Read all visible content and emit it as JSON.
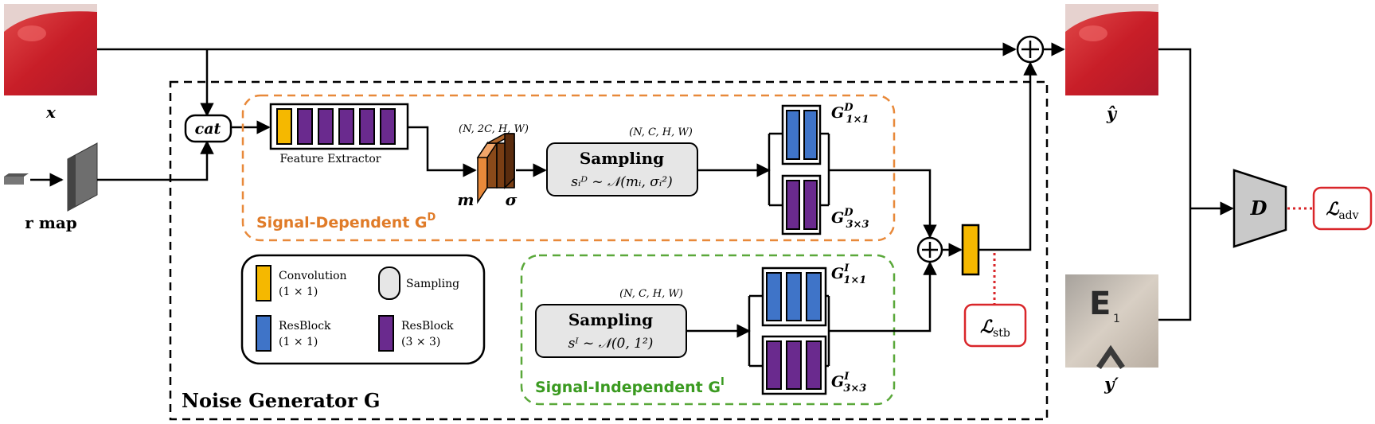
{
  "inputs": {
    "x_label": "x",
    "r_map_label": "r map",
    "cat_label": "cat",
    "y_hat_label": "ŷ",
    "y_prime_label": "y′"
  },
  "generator": {
    "title": "Noise Generator G",
    "feature_extractor_label": "Feature Extractor",
    "shape_2c": "(N, 2C, H, W)",
    "m_label": "m",
    "sigma_label": "σ",
    "dependent": {
      "title": "Signal-Dependent G",
      "title_sup": "D",
      "shape": "(N, C, H, W)",
      "sampling_title": "Sampling",
      "sampling_formula": "sᵢᴰ ~ 𝒩(mᵢ, σᵢ²)",
      "g1_label": "G",
      "g1_sup": "D",
      "g1_sub": "1×1",
      "g3_label": "G",
      "g3_sup": "D",
      "g3_sub": "3×3"
    },
    "independent": {
      "title": "Signal-Independent G",
      "title_sup": "I",
      "shape": "(N, C, H, W)",
      "sampling_title": "Sampling",
      "sampling_formula": "sᴵ ~ 𝒩(0, 1²)",
      "g1_label": "G",
      "g1_sup": "I",
      "g1_sub": "1×1",
      "g3_label": "G",
      "g3_sup": "I",
      "g3_sub": "3×3"
    }
  },
  "legend": {
    "conv_line1": "Convolution",
    "conv_line2": "(1 × 1)",
    "sampling": "Sampling",
    "res1_line1": "ResBlock",
    "res1_line2": "(1 × 1)",
    "res3_line1": "ResBlock",
    "res3_line2": "(3 × 3)"
  },
  "losses": {
    "stb_main": "ℒ",
    "stb_sub": "stb",
    "adv_main": "ℒ",
    "adv_sub": "adv",
    "discriminator": "D"
  },
  "colors": {
    "conv": "#f5b800",
    "res1": "#3f74c8",
    "res3": "#6a2a8e",
    "orange_dash": "#e8893a",
    "green_dash": "#5aa83a",
    "orange_text": "#e07b28",
    "green_text": "#3a9a20",
    "loss_red": "#d9262a",
    "sampling_fill": "#e6e6e6",
    "disc_fill": "#c9c9c9"
  }
}
